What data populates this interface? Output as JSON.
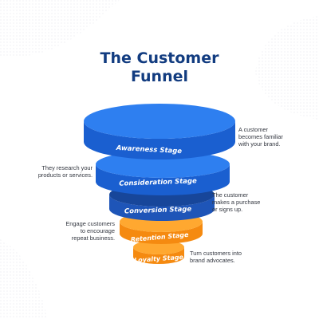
{
  "title": {
    "line1": "The Customer",
    "line2": "Funnel"
  },
  "colors": {
    "title": "#123c80",
    "blue_top": "#2e7ff0",
    "blue_side": "#1a5fd0",
    "blue_mid": "#1e55b8",
    "blue_dark": "#17469a",
    "orange_top": "#ffa830",
    "orange_side": "#f58a10",
    "annotation_text": "#333740"
  },
  "stages": [
    {
      "label": "Awareness Stage"
    },
    {
      "label": "Consideration Stage"
    },
    {
      "label": "Conversion Stage"
    },
    {
      "label": "Retention Stage"
    },
    {
      "label": "Loyalty Stage"
    }
  ],
  "annotations": {
    "awareness": [
      "A customer",
      "becomes familiar",
      "with your brand."
    ],
    "consideration": [
      "They research your",
      "products or services."
    ],
    "conversion": [
      "The customer",
      "makes a purchase",
      "or signs up."
    ],
    "retention": [
      "Engage customers",
      "to encourage",
      "repeat business."
    ],
    "loyalty": [
      "Turn customers into",
      "brand advocates."
    ]
  }
}
